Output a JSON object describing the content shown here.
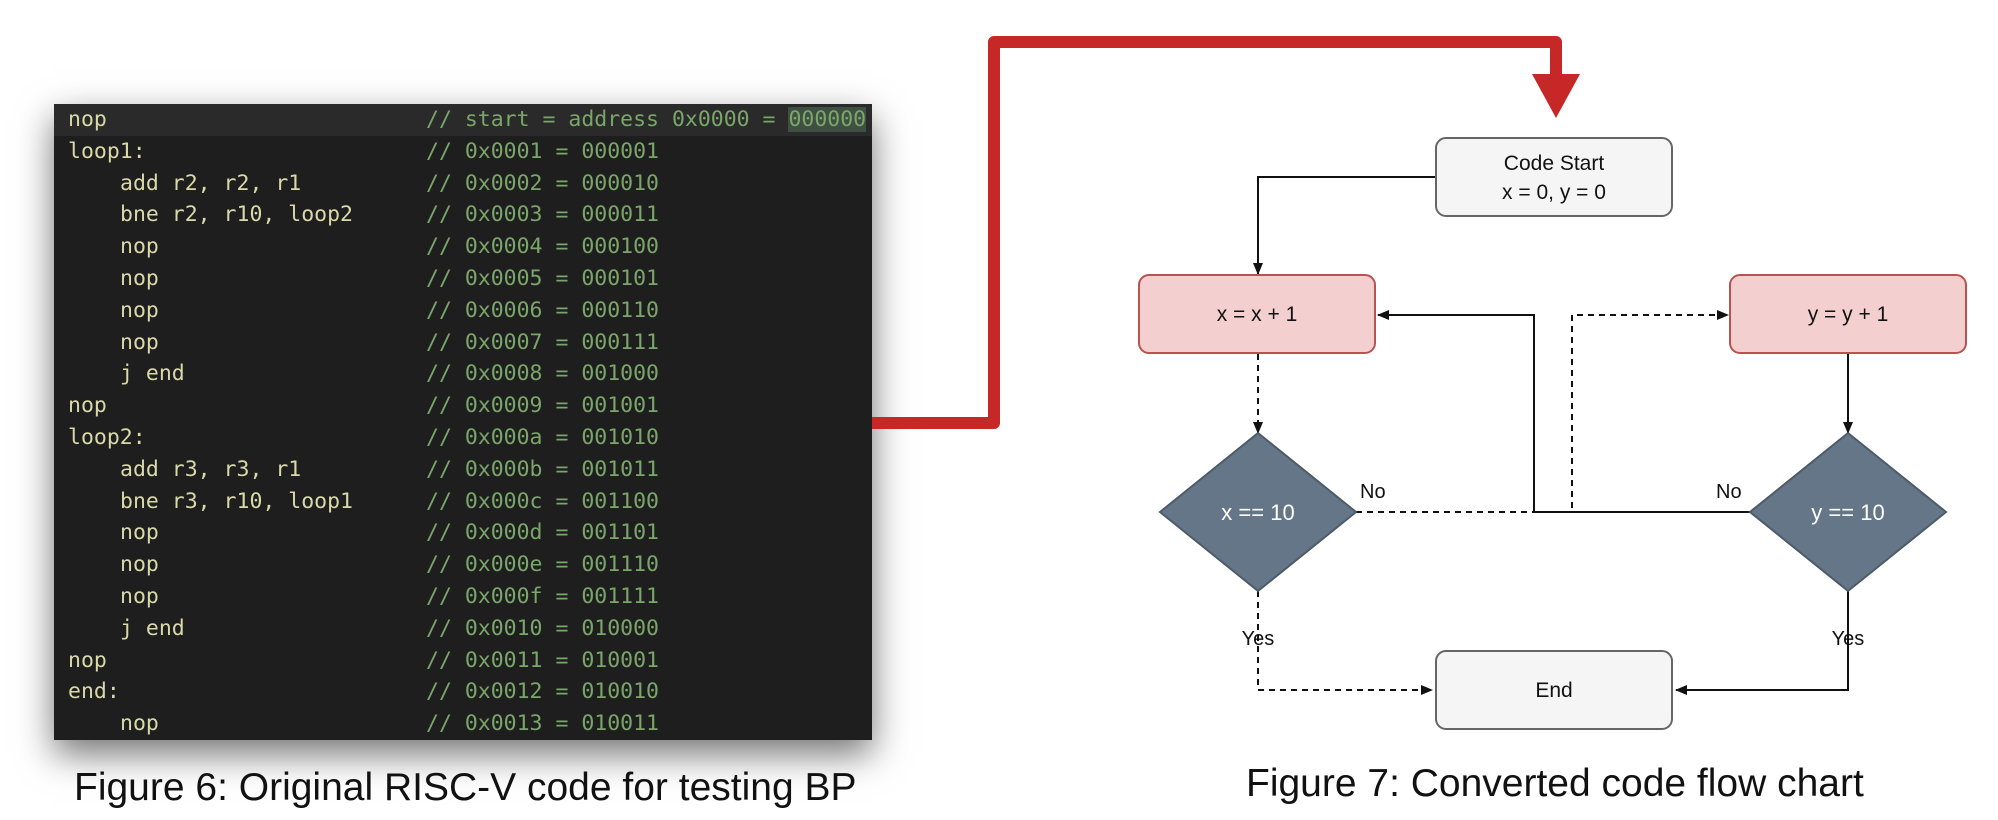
{
  "code": {
    "lines": [
      {
        "text": "nop",
        "indent": false,
        "comment_prefix": "// start = address 0x0000 = ",
        "comment_highlight": "000000"
      },
      {
        "text": "loop1:",
        "indent": false,
        "comment": "// 0x0001 = 000001"
      },
      {
        "text": "add r2, r2, r1",
        "indent": true,
        "comment": "// 0x0002 = 000010"
      },
      {
        "text": "bne r2, r10, loop2",
        "indent": true,
        "comment": "// 0x0003 = 000011"
      },
      {
        "text": "nop",
        "indent": true,
        "comment": "// 0x0004 = 000100"
      },
      {
        "text": "nop",
        "indent": true,
        "comment": "// 0x0005 = 000101"
      },
      {
        "text": "nop",
        "indent": true,
        "comment": "// 0x0006 = 000110"
      },
      {
        "text": "nop",
        "indent": true,
        "comment": "// 0x0007 = 000111"
      },
      {
        "text": "j end",
        "indent": true,
        "comment": "// 0x0008 = 001000"
      },
      {
        "text": "nop",
        "indent": false,
        "comment": "// 0x0009 = 001001"
      },
      {
        "text": "loop2:",
        "indent": false,
        "comment": "// 0x000a = 001010"
      },
      {
        "text": "add r3, r3, r1",
        "indent": true,
        "comment": "// 0x000b = 001011"
      },
      {
        "text": "bne r3, r10, loop1",
        "indent": true,
        "comment": "// 0x000c = 001100"
      },
      {
        "text": "nop",
        "indent": true,
        "comment": "// 0x000d = 001101"
      },
      {
        "text": "nop",
        "indent": true,
        "comment": "// 0x000e = 001110"
      },
      {
        "text": "nop",
        "indent": true,
        "comment": "// 0x000f = 001111"
      },
      {
        "text": "j end",
        "indent": true,
        "comment": "// 0x0010 = 010000"
      },
      {
        "text": "nop",
        "indent": false,
        "comment": "// 0x0011 = 010001"
      },
      {
        "text": "end:",
        "indent": false,
        "comment": "// 0x0012 = 010010"
      },
      {
        "text": "nop",
        "indent": true,
        "comment": "// 0x0013 = 010011"
      }
    ]
  },
  "captions": {
    "left": "Figure 6: Original RISC-V code for testing BP",
    "right": "Figure 7: Converted code flow chart"
  },
  "flowchart": {
    "start_line1": "Code Start",
    "start_line2": "x = 0, y = 0",
    "x_increment": "x = x + 1",
    "y_increment": "y = y + 1",
    "x_check": "x == 10",
    "y_check": "y == 10",
    "end": "End",
    "label_no_left": "No",
    "label_no_right": "No",
    "label_yes_left": "Yes",
    "label_yes_right": "Yes"
  },
  "colors": {
    "code_bg": "#1e1e1e",
    "code_text": "#d9d9aa",
    "code_comment": "#7aa66a",
    "connector_red": "#c62828",
    "process_fill": "#f3cfcf",
    "process_stroke": "#b85450",
    "decision_fill": "#647687",
    "terminal_fill": "#f5f5f5",
    "terminal_stroke": "#666666"
  }
}
